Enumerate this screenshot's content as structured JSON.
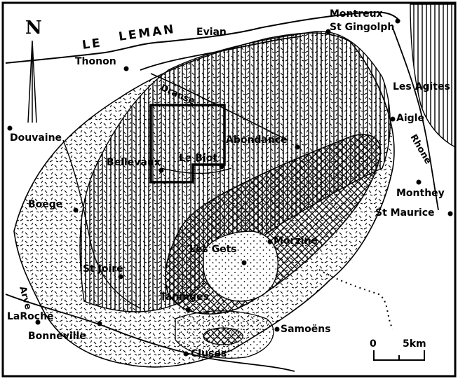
{
  "north_label": "N",
  "lake": {
    "words": [
      "LE",
      "LEMAN"
    ]
  },
  "rivers": {
    "dranse": "Dranse",
    "arve": "Arve",
    "rhone": "Rhone"
  },
  "towns": {
    "montreux": "Montreux",
    "evian": "Evian",
    "thonon": "Thonon",
    "st_gingolph": "St Gingolph",
    "les_agites": "Les Agites",
    "douvaine": "Douvaine",
    "abondance": "Abondance",
    "aigle": "Aigle",
    "bellevaux": "Bellevaux",
    "le_biot": "Le Biot",
    "boege": "Boege",
    "monthey": "Monthey",
    "st_maurice": "St Maurice",
    "les_gets": "Les Gets",
    "morzine": "Morzine",
    "st_joire": "St Joire",
    "taninges": "Taninges",
    "la_roche": "LaRoche",
    "bonneville": "Bonneville",
    "samoens": "Samoëns",
    "cluses": "Cluses"
  },
  "scale_bar": {
    "start": "0",
    "end": "5km"
  }
}
